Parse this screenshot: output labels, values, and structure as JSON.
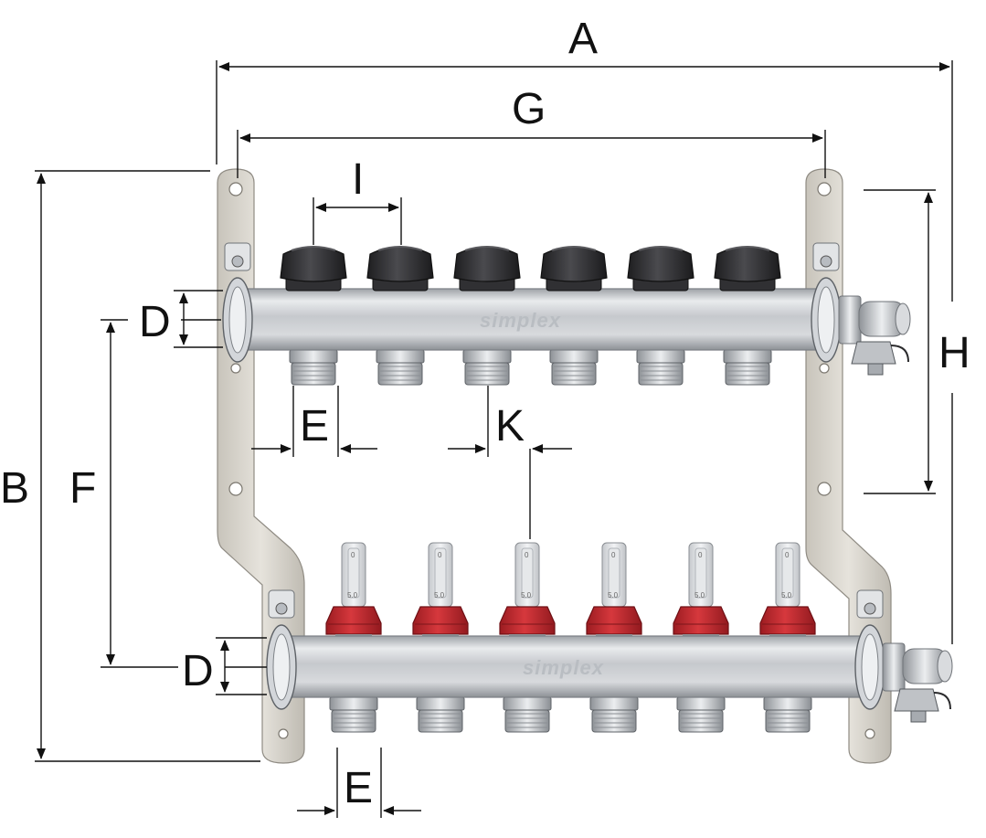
{
  "dimensions": {
    "A": "A",
    "B": "B",
    "D_top": "D",
    "D_bottom": "D",
    "E_top": "E",
    "E_bottom": "E",
    "F": "F",
    "G": "G",
    "H": "H",
    "I": "I",
    "K": "K"
  },
  "brand_text": "simplex",
  "flowmeter_scale": {
    "top": "0",
    "bottom": "5.0"
  },
  "outlets_per_bar": 6,
  "colors": {
    "bracket": "#d9d6cf",
    "bar_steel": "#c9ccd0",
    "cap_black": "#2b2b2d",
    "cap_red": "#c0262c",
    "dimension_line": "#111111"
  }
}
